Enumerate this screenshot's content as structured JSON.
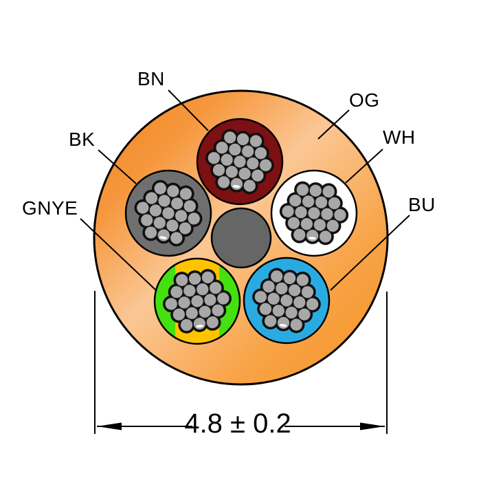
{
  "jacket": {
    "label": "OG",
    "gradient": [
      "#EF831B",
      "#F6973D",
      "#FBC795",
      "#F8A449",
      "#F5921F"
    ]
  },
  "conductors": [
    {
      "id": "bn",
      "label": "BN",
      "color": "#7C1013"
    },
    {
      "id": "bk",
      "label": "BK",
      "color": "#6F6F6F"
    },
    {
      "id": "wh",
      "label": "WH",
      "color": "#FFFFFF"
    },
    {
      "id": "gnye",
      "label": "GNYE",
      "color_green": "#44E010",
      "color_yellow": "#FFC400"
    },
    {
      "id": "bu",
      "label": "BU",
      "color": "#29ABE2"
    }
  ],
  "dimension": {
    "label": "4.8 ± 0.2"
  },
  "colors": {
    "filler": "#666666",
    "strand": "#A8A8A8",
    "strand_gap": "#0D0D0D",
    "outline": "#000000"
  }
}
